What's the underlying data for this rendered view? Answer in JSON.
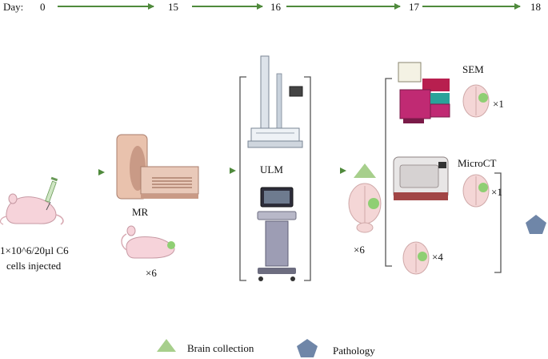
{
  "timeline": {
    "prefix": "Day:",
    "days": [
      "0",
      "15",
      "16",
      "17",
      "18"
    ]
  },
  "labels": {
    "injection_line1": "1×10^6/20µl C6",
    "injection_line2": "cells injected",
    "mr": "MR",
    "mr_count": "×6",
    "ulm": "ULM",
    "brain_count": "×6",
    "sem": "SEM",
    "sem_count": "×1",
    "microct": "MicroCT",
    "microct_count": "×1",
    "rest_count": "×4"
  },
  "legend": {
    "brain_collection": "Brain collection",
    "pathology": "Pathology"
  },
  "colors": {
    "arrow": "#4f8a3c",
    "triangle": "#a7cf8c",
    "pentagon": "#6f86a8",
    "mouse": "#f6d3da",
    "brain": "#f4d6d6",
    "tumor": "#8fcf73",
    "sem_machine": "#c02a73"
  }
}
